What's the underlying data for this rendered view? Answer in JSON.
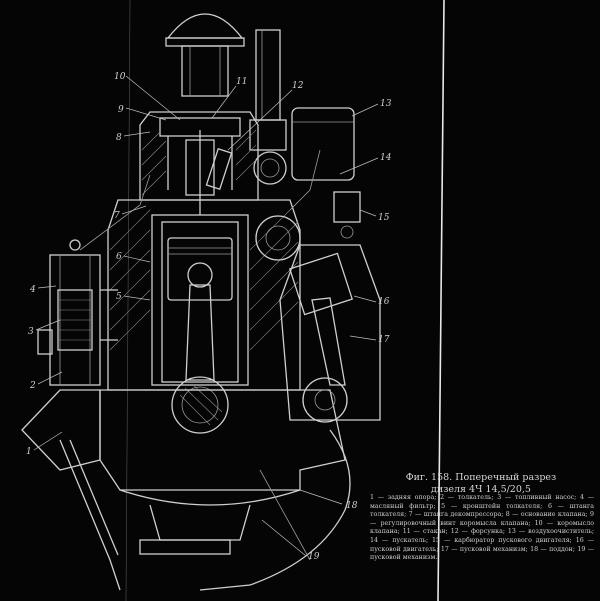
{
  "caption": {
    "line1": "Фиг. 158. Поперечный разрез",
    "line2": "дизеля 4Ч 14,5/20,5"
  },
  "legend_text": "1 — задняя опора; 2 — толкатель; 3 — топливный насос; 4 — масляный фильтр; 5 — кронштейн толкателя; 6 — штанга толкателя; 7 — штанга декомпрессора; 8 — основание клапана; 9 — регулировочный винт коромысла клапана; 10 — коромысло клапана; 11 — стакан; 12 — форсунка; 13 — воздухоочиститель; 14 — пускатель; 15 — карбюратор пускового двигателя; 16 — пусковой двигатель; 17 — пусковой механизм; 18 — поддон; 19 — пусковой механизм.",
  "callouts": [
    "1",
    "2",
    "3",
    "4",
    "5",
    "6",
    "7",
    "8",
    "9",
    "10",
    "11",
    "12",
    "13",
    "14",
    "15",
    "16",
    "17",
    "18",
    "19"
  ]
}
